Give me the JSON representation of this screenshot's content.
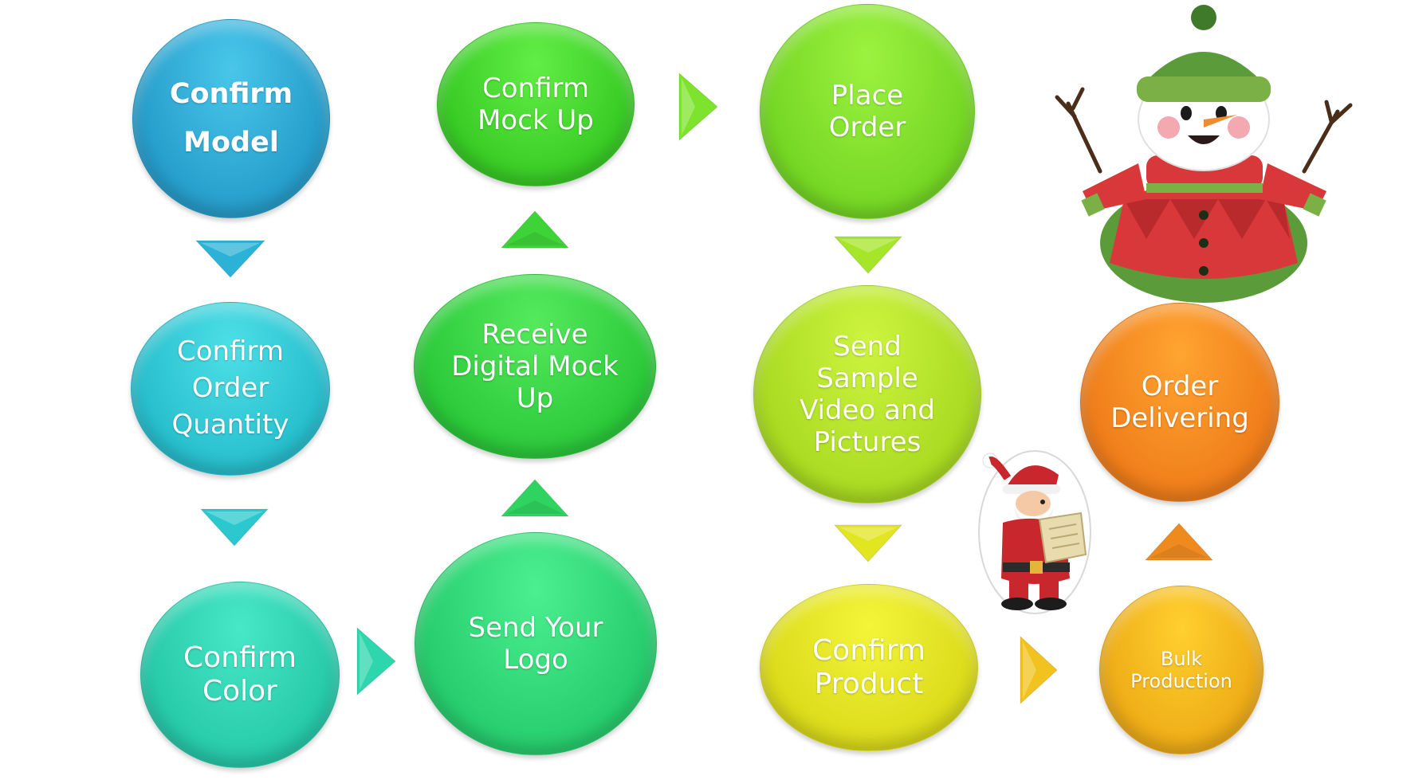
{
  "diagram": {
    "nodes": [
      {
        "id": "confirm-model",
        "label": "Confirm\nModel",
        "color_top": "#49c6ea",
        "color_bottom": "#1e94c4"
      },
      {
        "id": "confirm-order-quantity",
        "label": "Confirm\nOrder\nQuantity",
        "color_top": "#4cdfe6",
        "color_bottom": "#1fb7c8"
      },
      {
        "id": "confirm-color",
        "label": "Confirm\nColor",
        "color_top": "#47e8c7",
        "color_bottom": "#1fc2a2"
      },
      {
        "id": "send-your-logo",
        "label": "Send Your\nLogo",
        "color_top": "#4bef8f",
        "color_bottom": "#1fc666"
      },
      {
        "id": "receive-digital-mock-up",
        "label": "Receive\nDigital Mock\nUp",
        "color_top": "#55ea5d",
        "color_bottom": "#22c232"
      },
      {
        "id": "confirm-mock-up",
        "label": "Confirm\nMock Up",
        "color_top": "#62ee45",
        "color_bottom": "#2fc41e"
      },
      {
        "id": "place-order",
        "label": "Place\nOrder",
        "color_top": "#9cf23f",
        "color_bottom": "#6cd11d"
      },
      {
        "id": "send-sample-video-and-pictures",
        "label": "Send\nSample\nVideo and\nPictures",
        "color_top": "#cdf43f",
        "color_bottom": "#a2d51b"
      },
      {
        "id": "confirm-product",
        "label": "Confirm\nProduct",
        "color_top": "#f4f43a",
        "color_bottom": "#d6d614"
      },
      {
        "id": "bulk-production",
        "label": "Bulk\nProduction",
        "color_top": "#ffd02e",
        "color_bottom": "#eaa412"
      },
      {
        "id": "order-delivering",
        "label": "Order\nDelivering",
        "color_top": "#ffa431",
        "color_bottom": "#ec7515"
      }
    ],
    "arrows": [
      {
        "id": "model-to-quantity",
        "direction": "down",
        "color": "#2cb2d6"
      },
      {
        "id": "quantity-to-color",
        "direction": "down",
        "color": "#2bc8cf"
      },
      {
        "id": "color-to-logo",
        "direction": "right",
        "color": "#2dd6ad"
      },
      {
        "id": "logo-to-receive",
        "direction": "up",
        "color": "#2fd460"
      },
      {
        "id": "receive-to-confirm-mock",
        "direction": "up",
        "color": "#3ed437"
      },
      {
        "id": "mock-to-place-order",
        "direction": "right",
        "color": "#7ee32c"
      },
      {
        "id": "place-to-sample",
        "direction": "down",
        "color": "#a6e629"
      },
      {
        "id": "sample-to-product",
        "direction": "down",
        "color": "#e2e620"
      },
      {
        "id": "product-to-bulk",
        "direction": "right",
        "color": "#f2c21e"
      },
      {
        "id": "bulk-to-delivering",
        "direction": "up",
        "color": "#ef8a1f"
      }
    ]
  },
  "decorations": [
    {
      "id": "snowman-illustration",
      "icon": "snowman-icon"
    },
    {
      "id": "santa-illustration",
      "icon": "santa-icon"
    }
  ]
}
